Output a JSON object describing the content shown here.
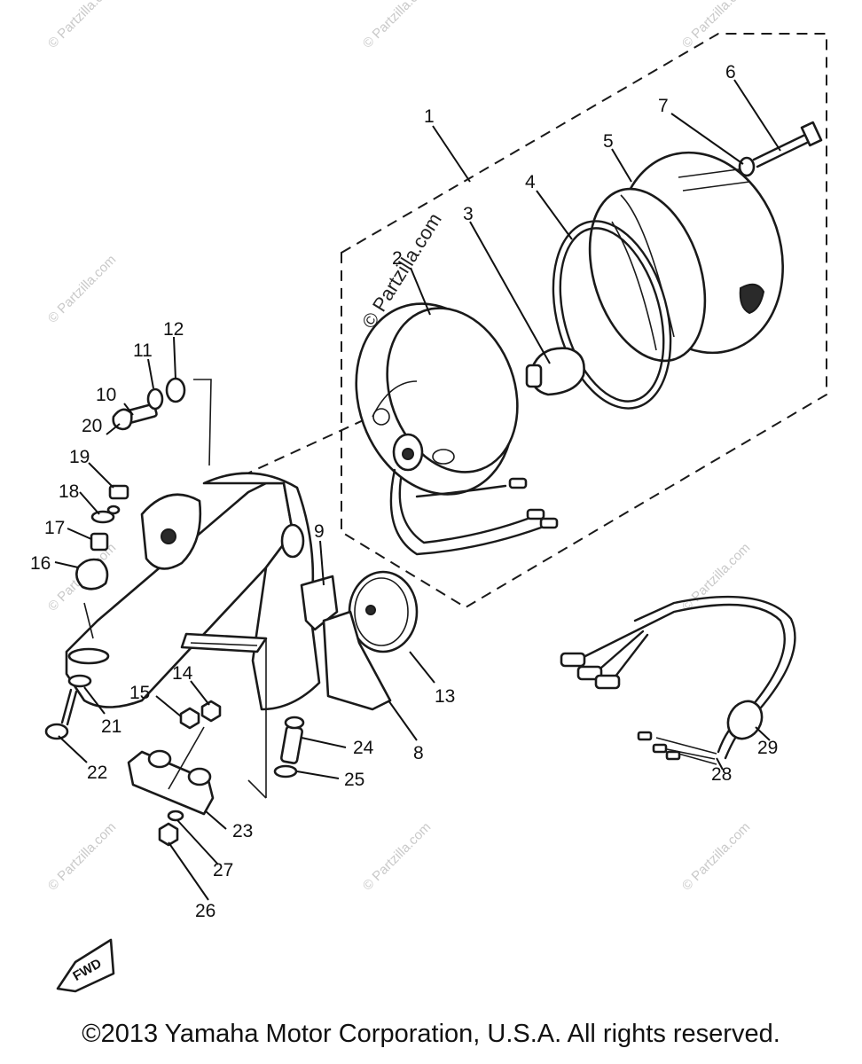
{
  "diagram": {
    "callouts": [
      "1",
      "2",
      "3",
      "4",
      "5",
      "6",
      "7",
      "8",
      "9",
      "10",
      "11",
      "12",
      "13",
      "14",
      "15",
      "16",
      "17",
      "18",
      "19",
      "20",
      "21",
      "22",
      "23",
      "24",
      "25",
      "26",
      "27",
      "28",
      "29"
    ],
    "watermark": "© Partzilla.com",
    "fwd_label": "FWD",
    "colors": {
      "ink": "#1a1a1a",
      "watermark": "#c9c9c9",
      "background": "#ffffff"
    }
  },
  "footer": {
    "copyright": "©2013 Yamaha Motor Corporation, U.S.A. All rights reserved."
  }
}
